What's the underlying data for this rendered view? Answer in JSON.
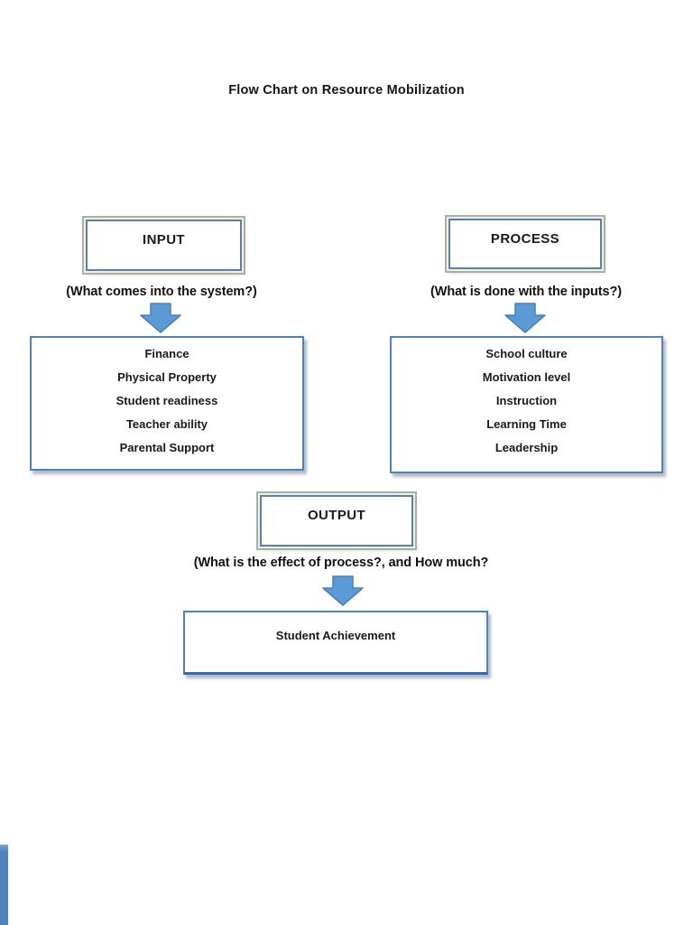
{
  "page": {
    "title": "Flow Chart on Resource Mobilization"
  },
  "colors": {
    "arrow_fill": "#5b9bd5",
    "arrow_border": "#4a7ebb",
    "list_border": "#4f81bd",
    "label_border": "#5b7fa6",
    "label_glow": "#a7b29e",
    "strip": "#4f81bd"
  },
  "flow": {
    "input": {
      "label": "INPUT",
      "caption": "(What comes into the system?)",
      "items": [
        "Finance",
        "Physical Property",
        "Student readiness",
        "Teacher ability",
        "Parental Support"
      ]
    },
    "process": {
      "label": "PROCESS",
      "caption": "(What is done with the inputs?)",
      "items": [
        "School culture",
        "Motivation level",
        "Instruction",
        "Learning Time",
        "Leadership"
      ]
    },
    "output": {
      "label": "OUTPUT",
      "caption": "(What is the effect of process?, and How much?",
      "result": "Student Achievement"
    }
  }
}
